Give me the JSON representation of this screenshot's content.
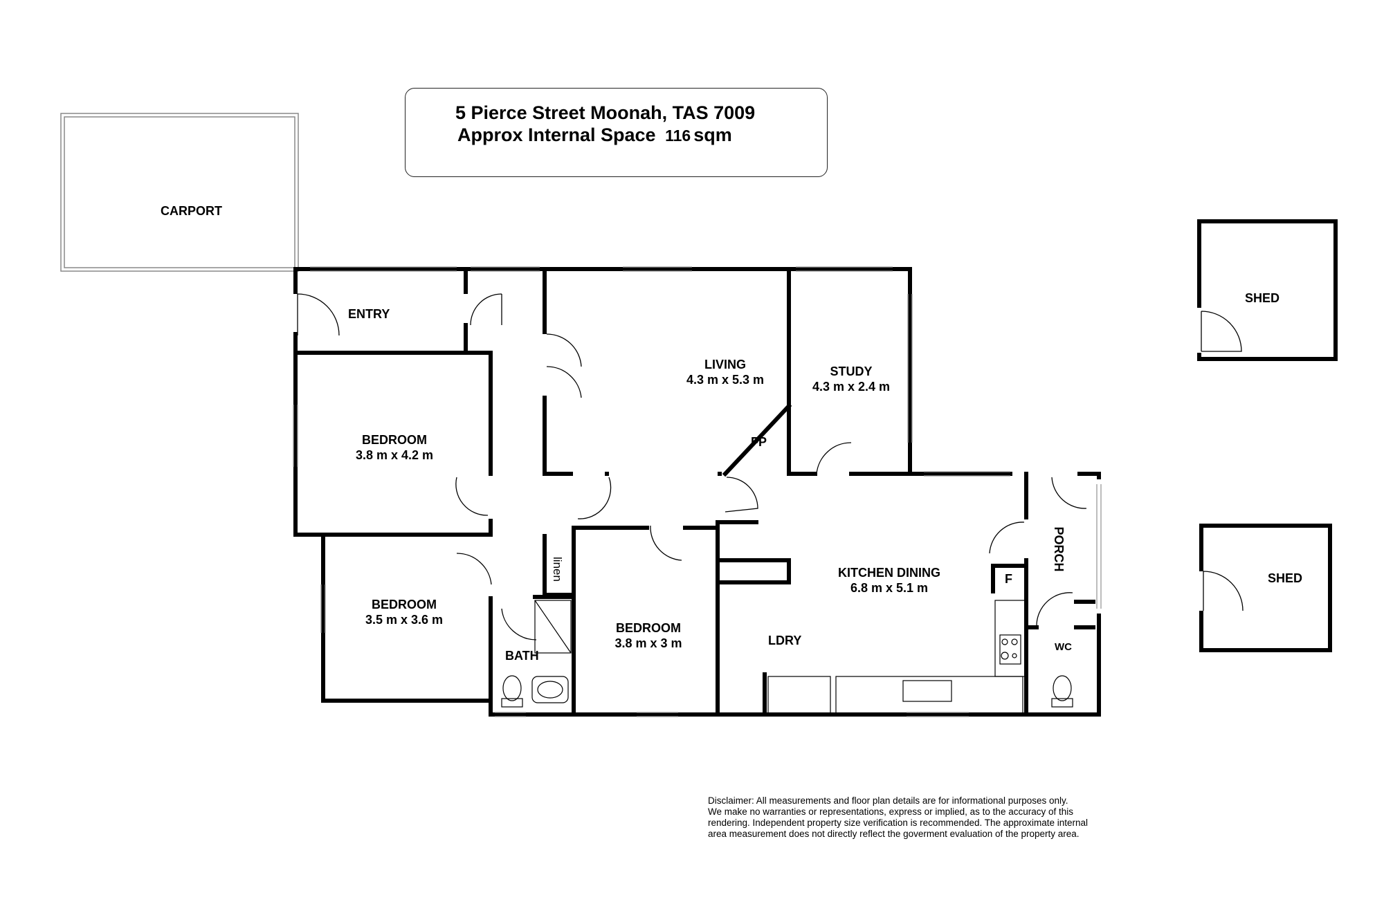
{
  "header": {
    "address": "5 Pierce Street Moonah, TAS 7009",
    "space_label": "Approx Internal Space",
    "space_value": "116",
    "space_unit": "sqm"
  },
  "rooms": {
    "carport": "CARPORT",
    "entry": "ENTRY",
    "living": {
      "name": "LIVING",
      "size": "4.3 m x 5.3 m"
    },
    "study": {
      "name": "STUDY",
      "size": "4.3 m x 2.4 m"
    },
    "fp": "FP",
    "bedroom1": {
      "name": "BEDROOM",
      "size": "3.8 m x 4.2 m"
    },
    "bedroom2": {
      "name": "BEDROOM",
      "size": "3.5 m x 3.6 m"
    },
    "bedroom3": {
      "name": "BEDROOM",
      "size": "3.8 m x 3 m"
    },
    "linen": "linen",
    "bath": "BATH",
    "kitchen": {
      "name": "KITCHEN DINING",
      "size": "6.8 m x 5.1 m"
    },
    "ldry": "LDRY",
    "fridge": "F",
    "porch": "PORCH",
    "wc": "WC",
    "shed1": "SHED",
    "shed2": "SHED"
  },
  "disclaimer": "Disclaimer: All measurements and floor plan details are for informational purposes only.\n We  make no warranties or representations, express or implied, as to the accuracy of this\nrendering. Independent property size verification is recommended. The approximate internal\narea measurement does not directly reflect the goverment evaluation of the property area."
}
